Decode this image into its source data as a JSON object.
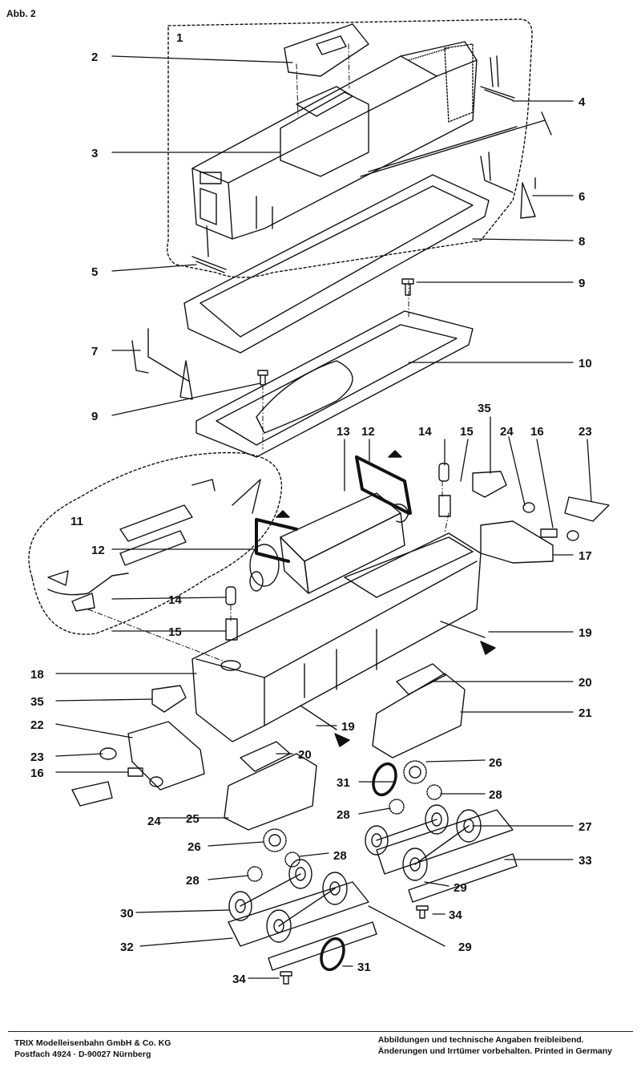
{
  "figure_label": "Abb. 2",
  "callouts": [
    "1",
    "2",
    "3",
    "4",
    "5",
    "6",
    "7",
    "8",
    "9",
    "9",
    "10",
    "11",
    "12",
    "12",
    "13",
    "14",
    "14",
    "15",
    "15",
    "16",
    "16",
    "17",
    "18",
    "19",
    "19",
    "20",
    "20",
    "21",
    "22",
    "23",
    "23",
    "24",
    "24",
    "25",
    "26",
    "26",
    "27",
    "28",
    "28",
    "28",
    "28",
    "29",
    "29",
    "30",
    "31",
    "31",
    "32",
    "33",
    "34",
    "34",
    "35",
    "35"
  ],
  "footer": {
    "company_line1": "TRIX Modelleisenbahn GmbH & Co. KG",
    "company_line2": "Postfach 4924 · D-90027 Nürnberg",
    "notice_line1": "Abbildungen und technische Angaben freibleibend.",
    "notice_line2": "Änderungen und Irrtümer vorbehalten. Printed in Germany"
  }
}
